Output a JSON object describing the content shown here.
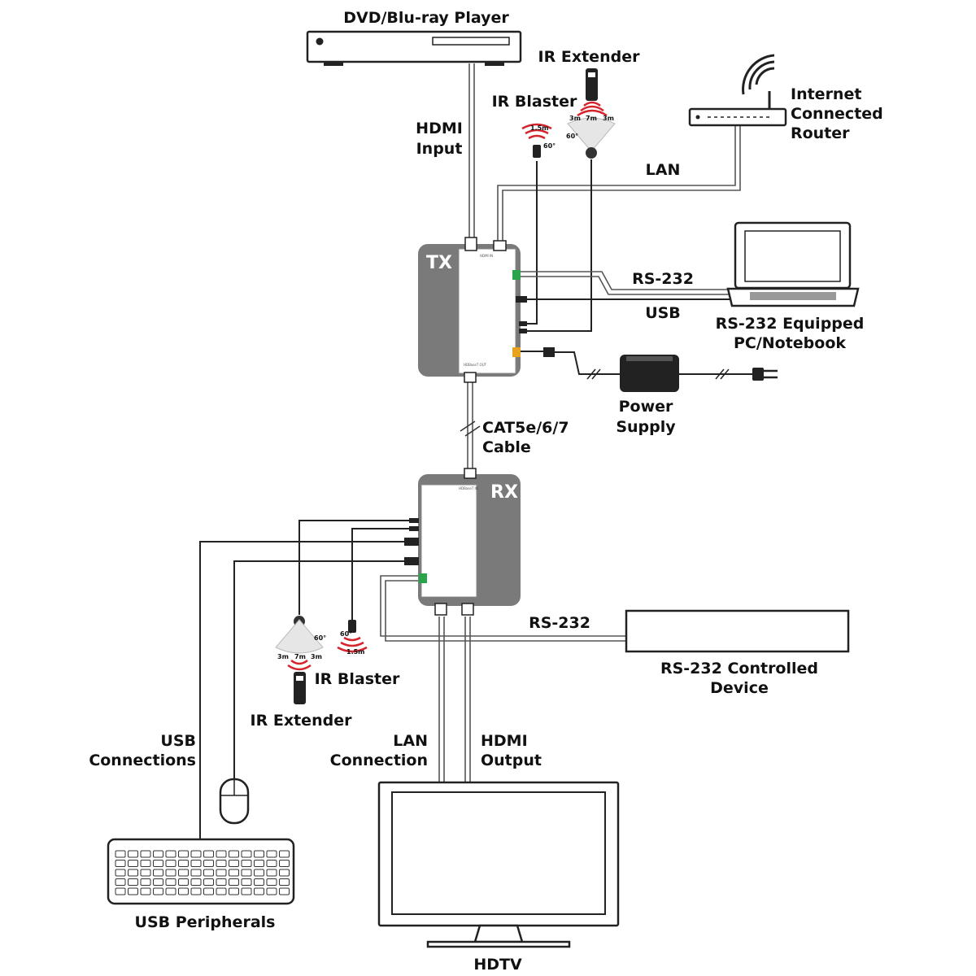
{
  "labels": {
    "dvd_player": "DVD/Blu-ray Player",
    "ir_extender_top": "IR Extender",
    "ir_blaster_top": "IR Blaster",
    "internet_router_1": "Internet",
    "internet_router_2": "Connected",
    "internet_router_3": "Router",
    "hdmi_input_1": "HDMI",
    "hdmi_input_2": "Input",
    "lan_top": "LAN",
    "rs232_top": "RS-232",
    "usb_top": "USB",
    "pc_1": "RS-232 Equipped",
    "pc_2": "PC/Notebook",
    "power_1": "Power",
    "power_2": "Supply",
    "cat_1": "CAT5e/6/7",
    "cat_2": "Cable",
    "tx": "TX",
    "rx": "RX",
    "rs232_bottom": "RS-232",
    "rs232_device_1": "RS-232 Controlled",
    "rs232_device_2": "Device",
    "ir_blaster_bottom": "IR Blaster",
    "ir_extender_bottom": "IR Extender",
    "usb_conn_1": "USB",
    "usb_conn_2": "Connections",
    "lan_conn_1": "LAN",
    "lan_conn_2": "Connection",
    "hdmi_out_1": "HDMI",
    "hdmi_out_2": "Output",
    "usb_peripherals": "USB Peripherals",
    "hdtv": "HDTV"
  },
  "small": {
    "ir_ext_top_3m_l": "3m",
    "ir_ext_top_7m": "7m",
    "ir_ext_top_3m_r": "3m",
    "ir_ext_top_60": "60°",
    "ir_bl_top_15": "1.5m",
    "ir_bl_top_60": "60°",
    "ir_ext_bot_60": "60°",
    "ir_ext_bot_3m_l": "3m",
    "ir_ext_bot_7m": "7m",
    "ir_ext_bot_3m_r": "3m",
    "ir_bl_bot_60": "60°",
    "ir_bl_bot_15": "1.5m"
  },
  "colors": {
    "box_gray": "#7a7a7a",
    "ir_red": "#d4232b",
    "terminal_green": "#2aa44a",
    "terminal_orange": "#e8a21c"
  }
}
